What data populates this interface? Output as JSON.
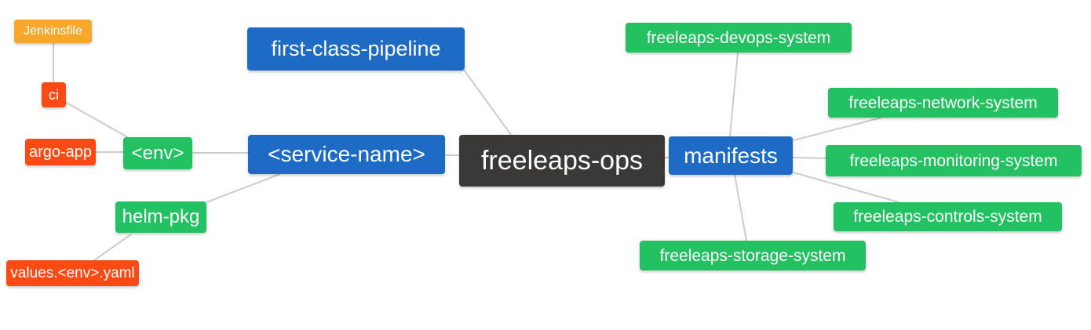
{
  "diagram": {
    "type": "mindmap",
    "root": "freeleaps-ops",
    "colors": {
      "root_bg": "#3B3838",
      "branch_bg": "#1E6BC6",
      "green_bg": "#23C162",
      "red_bg": "#FB4A14",
      "orange_bg": "#F8A72B",
      "edge": "#CCCCCC",
      "text": "#FFFFFF",
      "canvas_bg": "#FFFFFF"
    },
    "nodes": {
      "root": {
        "label": "freeleaps-ops"
      },
      "first_class_pipeline": {
        "label": "first-class-pipeline"
      },
      "service_name": {
        "label": "<service-name>"
      },
      "manifests": {
        "label": "manifests"
      },
      "env": {
        "label": "<env>"
      },
      "helm_pkg": {
        "label": "helm-pkg"
      },
      "ci": {
        "label": "ci"
      },
      "jenkinsfile": {
        "label": "Jenkinsfile"
      },
      "argo_app": {
        "label": "argo-app"
      },
      "values_env_yaml": {
        "label": "values.<env>.yaml"
      },
      "devops_system": {
        "label": "freeleaps-devops-system"
      },
      "network_system": {
        "label": "freeleaps-network-system"
      },
      "monitoring_system": {
        "label": "freeleaps-monitoring-system"
      },
      "controls_system": {
        "label": "freeleaps-controls-system"
      },
      "storage_system": {
        "label": "freeleaps-storage-system"
      }
    },
    "edges": [
      {
        "from": "jenkinsfile",
        "to": "ci"
      },
      {
        "from": "ci",
        "to": "env"
      },
      {
        "from": "argo_app",
        "to": "env"
      },
      {
        "from": "env",
        "to": "service_name"
      },
      {
        "from": "values_env_yaml",
        "to": "helm_pkg"
      },
      {
        "from": "helm_pkg",
        "to": "service_name"
      },
      {
        "from": "service_name",
        "to": "root"
      },
      {
        "from": "first_class_pipeline",
        "to": "root"
      },
      {
        "from": "manifests",
        "to": "root"
      },
      {
        "from": "devops_system",
        "to": "manifests"
      },
      {
        "from": "network_system",
        "to": "manifests"
      },
      {
        "from": "monitoring_system",
        "to": "manifests"
      },
      {
        "from": "controls_system",
        "to": "manifests"
      },
      {
        "from": "storage_system",
        "to": "manifests"
      }
    ]
  }
}
